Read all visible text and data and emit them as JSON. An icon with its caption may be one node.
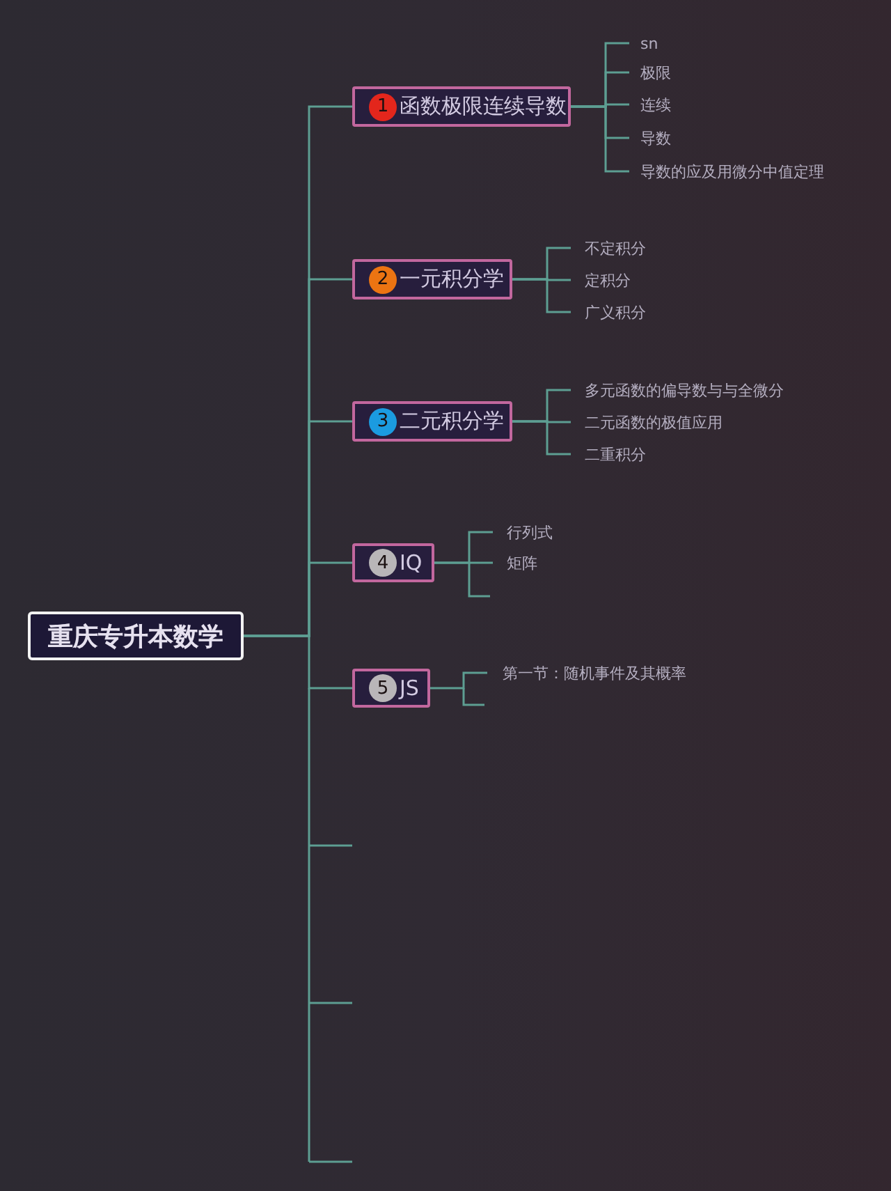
{
  "diagram": {
    "nodes": [
      {
        "text": [
          "重庆专升本数学"
        ]
      },
      {
        "text": [
          "1",
          "函数极限连续导数"
        ]
      },
      {
        "text": [
          "sn"
        ]
      },
      {
        "text": [
          "极限"
        ]
      },
      {
        "text": [
          "连续"
        ]
      },
      {
        "text": [
          "导数"
        ]
      },
      {
        "text": [
          "导数的应及用微分中值定理"
        ]
      },
      {
        "text": [
          "2",
          "一元积分学"
        ]
      },
      {
        "text": [
          "不定积分"
        ]
      },
      {
        "text": [
          "定积分"
        ]
      },
      {
        "text": [
          "广义积分"
        ]
      },
      {
        "text": [
          "3",
          "二元积分学"
        ]
      },
      {
        "text": [
          "多元函数的偏导数与与全微分"
        ]
      },
      {
        "text": [
          "二元函数的极值应用"
        ]
      },
      {
        "text": [
          "二重积分"
        ]
      },
      {
        "text": [
          "4",
          "IQ"
        ]
      },
      {
        "text": [
          "行列式"
        ]
      },
      {
        "text": [
          "矩阵"
        ]
      },
      {
        "text": [
          "5",
          "JS"
        ]
      },
      {
        "text": [
          "第一节：随机事件及其概率"
        ]
      }
    ],
    "edges": [
      {
        "from": 0,
        "to": 1,
        "arrow": "none"
      },
      {
        "from": 1,
        "to": 2,
        "arrow": "none"
      },
      {
        "from": 1,
        "to": 3,
        "arrow": "none"
      },
      {
        "from": 1,
        "to": 4,
        "arrow": "none"
      },
      {
        "from": 1,
        "to": 5,
        "arrow": "none"
      },
      {
        "from": 1,
        "to": 6,
        "arrow": "none"
      },
      {
        "from": 0,
        "to": 7,
        "arrow": "none"
      },
      {
        "from": 7,
        "to": 8,
        "arrow": "none"
      },
      {
        "from": 7,
        "to": 9,
        "arrow": "none"
      },
      {
        "from": 7,
        "to": 10,
        "arrow": "none"
      },
      {
        "from": 0,
        "to": 11,
        "arrow": "none"
      },
      {
        "from": 11,
        "to": 12,
        "arrow": "none"
      },
      {
        "from": 11,
        "to": 13,
        "arrow": "none"
      },
      {
        "from": 11,
        "to": 14,
        "arrow": "none"
      },
      {
        "from": 0,
        "to": 15,
        "arrow": "none"
      },
      {
        "from": 15,
        "to": 16,
        "arrow": "none"
      },
      {
        "from": 15,
        "to": 17,
        "arrow": "none"
      },
      {
        "from": 0,
        "to": 18,
        "arrow": "none"
      },
      {
        "from": 18,
        "to": 19,
        "arrow": "none"
      }
    ]
  }
}
